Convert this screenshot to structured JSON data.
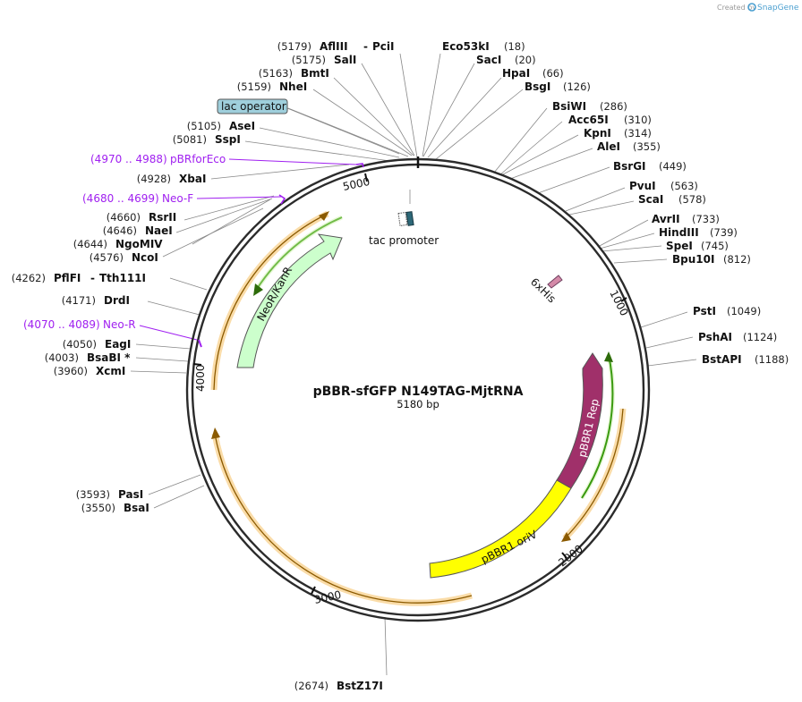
{
  "header": {
    "created_by": "Created by",
    "brand": "SnapGene"
  },
  "plasmid": {
    "name": "pBBR-sfGFP N149TAG-MjtRNA",
    "length_label": "5180 bp"
  },
  "ticks": [
    "1000",
    "2000",
    "3000",
    "4000",
    "5000"
  ],
  "features": {
    "neo": "NeoR/KanR",
    "rep": "pBBR1 Rep",
    "oriv": "pBBR1 oriV",
    "tac": "tac promoter",
    "his": "6xHis",
    "lac": "lac operator"
  },
  "sites_left": [
    {
      "pos": "(5179)",
      "name": "AflIII",
      "name2": "PciI"
    },
    {
      "pos": "(5175)",
      "name": "SalI"
    },
    {
      "pos": "(5163)",
      "name": "BmtI"
    },
    {
      "pos": "(5159)",
      "name": "NheI"
    },
    {
      "pos": "(5105)",
      "name": "AseI"
    },
    {
      "pos": "(5081)",
      "name": "SspI"
    },
    {
      "pos": "(4928)",
      "name": "XbaI"
    },
    {
      "pos": "(4660)",
      "name": "RsrII"
    },
    {
      "pos": "(4646)",
      "name": "NaeI"
    },
    {
      "pos": "(4644)",
      "name": "NgoMIV"
    },
    {
      "pos": "(4576)",
      "name": "NcoI"
    },
    {
      "pos": "(4262)",
      "name": "PflFI",
      "name2": "Tth111I"
    },
    {
      "pos": "(4171)",
      "name": "DrdI"
    },
    {
      "pos": "(4050)",
      "name": "EagI"
    },
    {
      "pos": "(4003)",
      "name": "BsaBI *"
    },
    {
      "pos": "(3960)",
      "name": "XcmI"
    },
    {
      "pos": "(3593)",
      "name": "PasI"
    },
    {
      "pos": "(3550)",
      "name": "BsaI"
    },
    {
      "pos": "(2674)",
      "name": "BstZ17I"
    }
  ],
  "sites_right": [
    {
      "name": "Eco53kI",
      "pos": "(18)"
    },
    {
      "name": "SacI",
      "pos": "(20)"
    },
    {
      "name": "HpaI",
      "pos": "(66)"
    },
    {
      "name": "BsgI",
      "pos": "(126)"
    },
    {
      "name": "BsiWI",
      "pos": "(286)"
    },
    {
      "name": "Acc65I",
      "pos": "(310)"
    },
    {
      "name": "KpnI",
      "pos": "(314)"
    },
    {
      "name": "AleI",
      "pos": "(355)"
    },
    {
      "name": "BsrGI",
      "pos": "(449)"
    },
    {
      "name": "PvuI",
      "pos": "(563)"
    },
    {
      "name": "ScaI",
      "pos": "(578)"
    },
    {
      "name": "AvrII",
      "pos": "(733)"
    },
    {
      "name": "HindIII",
      "pos": "(739)"
    },
    {
      "name": "SpeI",
      "pos": "(745)"
    },
    {
      "name": "Bpu10I",
      "pos": "(812)"
    },
    {
      "name": "PstI",
      "pos": "(1049)"
    },
    {
      "name": "PshAI",
      "pos": "(1124)"
    },
    {
      "name": "BstAPI",
      "pos": "(1188)"
    }
  ],
  "primers": [
    {
      "pos": "(4970 .. 4988)",
      "name": "pBRforEco"
    },
    {
      "pos": "(4680 .. 4699)",
      "name": "Neo-F"
    },
    {
      "pos": "(4070 .. 4089)",
      "name": "Neo-R"
    }
  ],
  "colors": {
    "backbone": "#2b2b2b",
    "neo_fill": "#ccffcc",
    "rep_fill": "#a0306a",
    "oriv_fill": "#ffff00",
    "orf_halo": "#f5c060",
    "orf_arrow": "#8b5a00",
    "green_arrow": "#3a9a10",
    "primer": "#a020f0",
    "lac_fill": "#9fcfdc",
    "tac_fill": "#2d6878"
  }
}
